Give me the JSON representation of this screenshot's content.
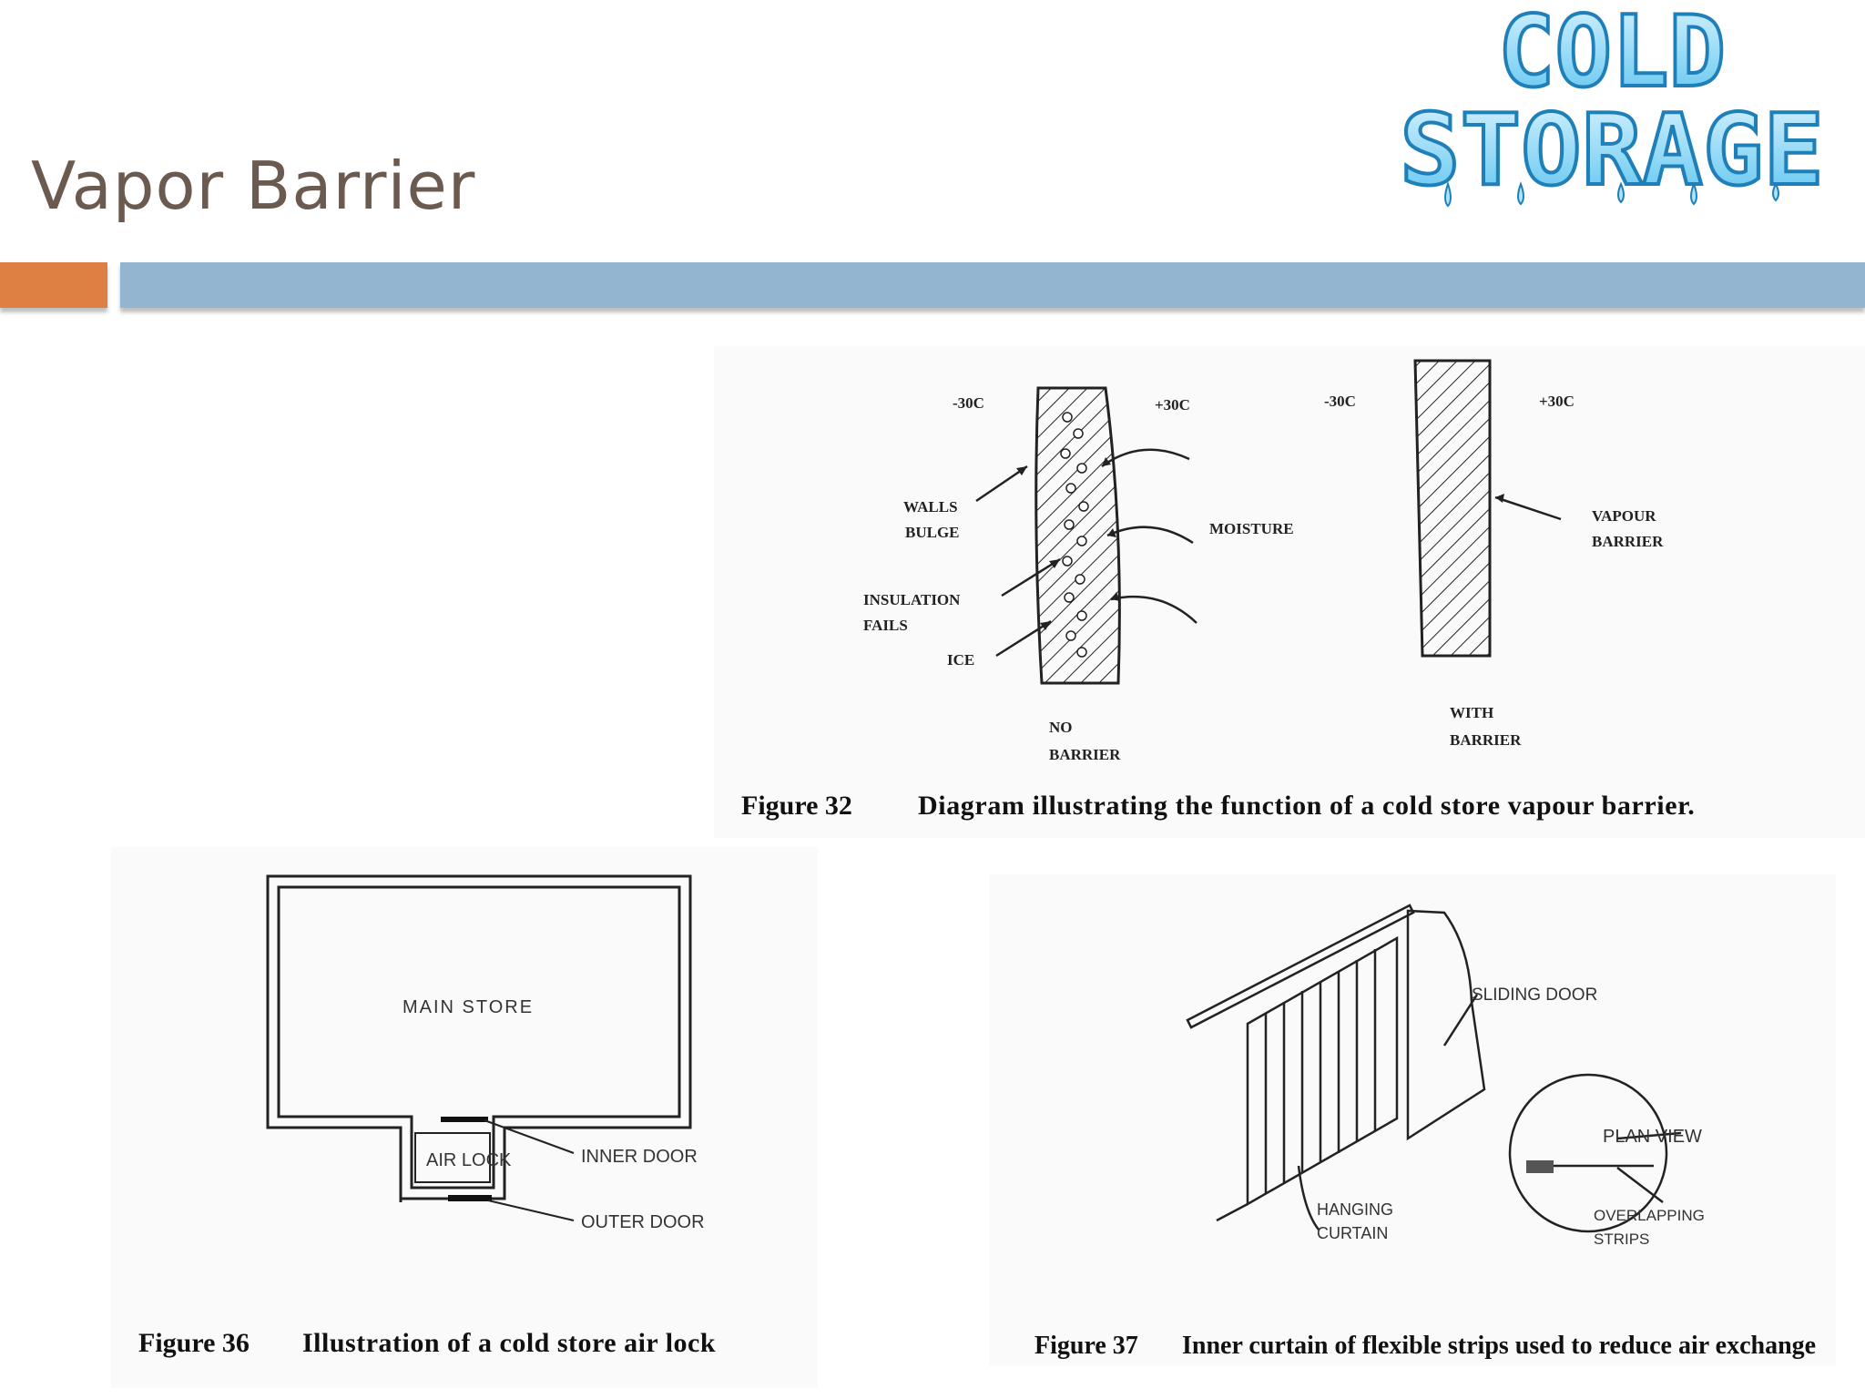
{
  "slide": {
    "title": "Vapor Barrier"
  },
  "logo": {
    "line1": "COLD",
    "line2": "STORAGE"
  },
  "figure32": {
    "caption_number": "Figure 32",
    "caption_text": "Diagram illustrating the function of a cold store vapour barrier.",
    "left_temp_cold": "-30C",
    "left_temp_warm": "+30C",
    "right_temp_cold": "-30C",
    "right_temp_warm": "+30C",
    "walls_bulge_1": "WALLS",
    "walls_bulge_2": "BULGE",
    "insulation_fails_1": "INSULATION",
    "insulation_fails_2": "FAILS",
    "ice": "ICE",
    "moisture": "MOISTURE",
    "no_barrier_1": "NO",
    "no_barrier_2": "BARRIER",
    "vapour_barrier_1": "VAPOUR",
    "vapour_barrier_2": "BARRIER",
    "with_barrier_1": "WITH",
    "with_barrier_2": "BARRIER"
  },
  "figure36": {
    "caption_number": "Figure 36",
    "caption_text": "Illustration of a cold store air lock",
    "main_store": "MAIN  STORE",
    "air_lock": "AIR LOCK",
    "inner_door": "INNER DOOR",
    "outer_door": "OUTER DOOR"
  },
  "figure37": {
    "caption_number": "Figure 37",
    "caption_text": "Inner curtain of flexible strips used to reduce air exchange",
    "sliding_door": "SLIDING DOOR",
    "plan_view": "PLAN VIEW",
    "hanging_curtain_1": "HANGING",
    "hanging_curtain_2": "CURTAIN",
    "overlapping_strips_1": "OVERLAPPING",
    "overlapping_strips_2": "STRIPS"
  }
}
